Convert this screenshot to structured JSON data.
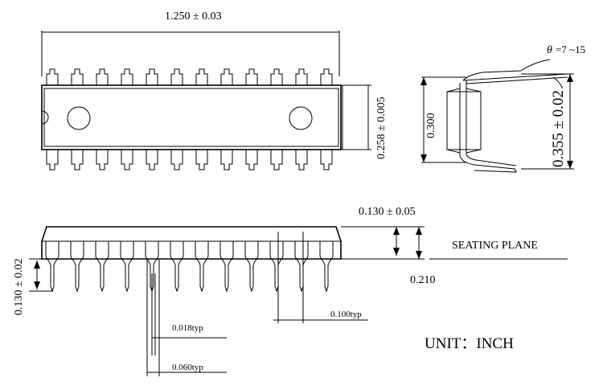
{
  "top_view": {
    "width_dim": "1.250 ± 0.03",
    "height_dim": "0.258 ± 0.005",
    "pins_per_side": 12
  },
  "end_view": {
    "angle_theta": "θ",
    "angle_range": "=7 ~15",
    "inner_width_dim": "0.300",
    "outer_width_dim": "0.355 ± 0.02"
  },
  "side_view": {
    "body_height_dim": "0.130 ± 0.05",
    "seating_plane_label": "SEATING PLANE",
    "standoff_dim": "0.210",
    "lead_length_dim": "0.130 ± 0.02",
    "lead_width_dim": "0.018typ",
    "shoulder_width_dim": "0.060typ",
    "pitch_dim": "0.100typ",
    "pins_visible": 12
  },
  "unit_label": "UNIT：INCH"
}
